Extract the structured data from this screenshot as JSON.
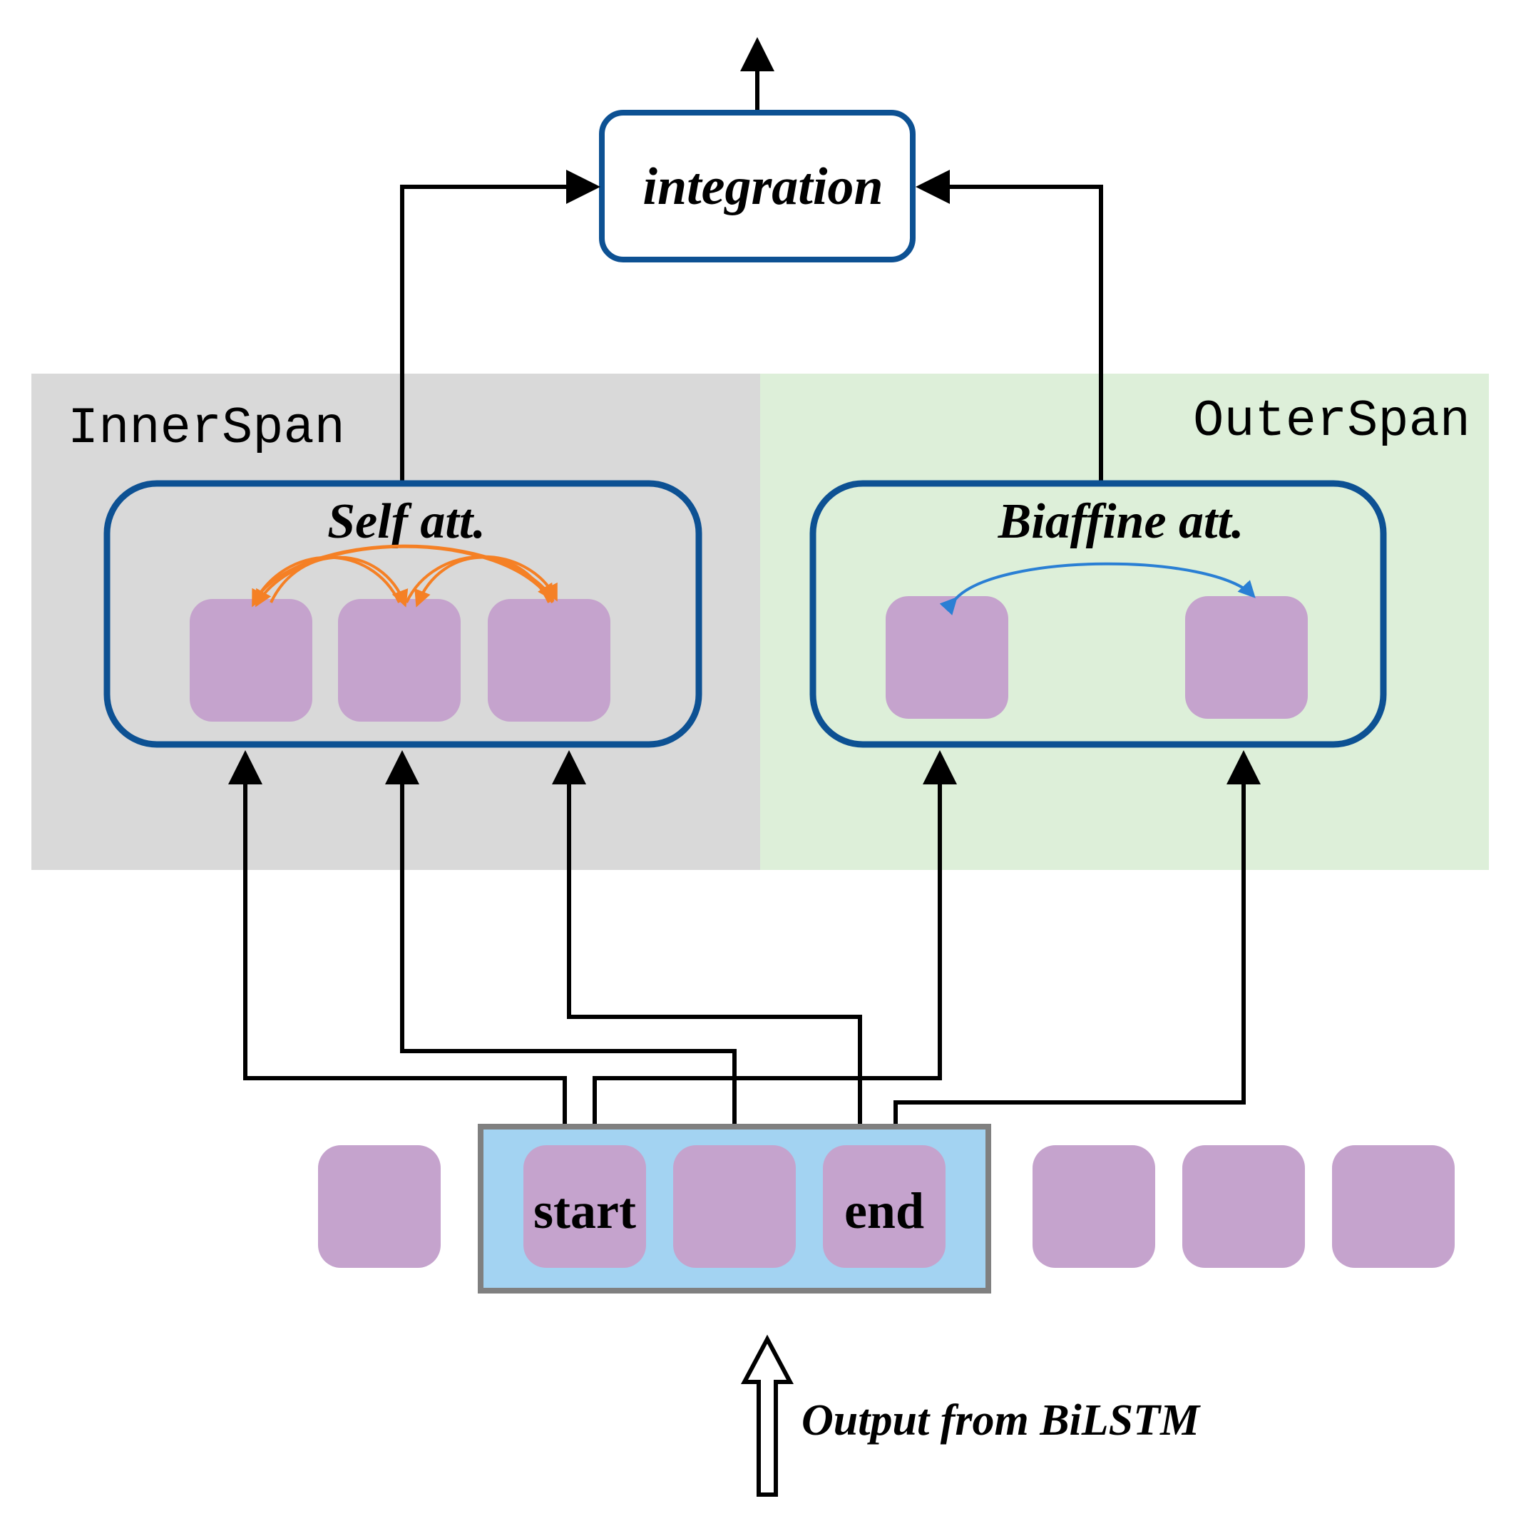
{
  "top_box": {
    "label": "integration"
  },
  "inner_panel": {
    "title": "InnerSpan",
    "box_label": "Self att."
  },
  "outer_panel": {
    "title": "OuterSpan",
    "box_label": "Biaffine att."
  },
  "sequence": {
    "start_label": "start",
    "end_label": "end"
  },
  "input": {
    "caption": "Output from BiLSTM"
  },
  "colors": {
    "inner_panel_bg": "#d9d9d9",
    "outer_panel_bg": "#ddefd9",
    "box_border": "#0d5193",
    "token_fill": "#c5a3cd",
    "span_fill": "#a3d3f2",
    "span_border": "#808080",
    "self_att_arrows": "#f58025",
    "biaffine_arrows": "#2a7fd4",
    "connector": "#000000"
  }
}
